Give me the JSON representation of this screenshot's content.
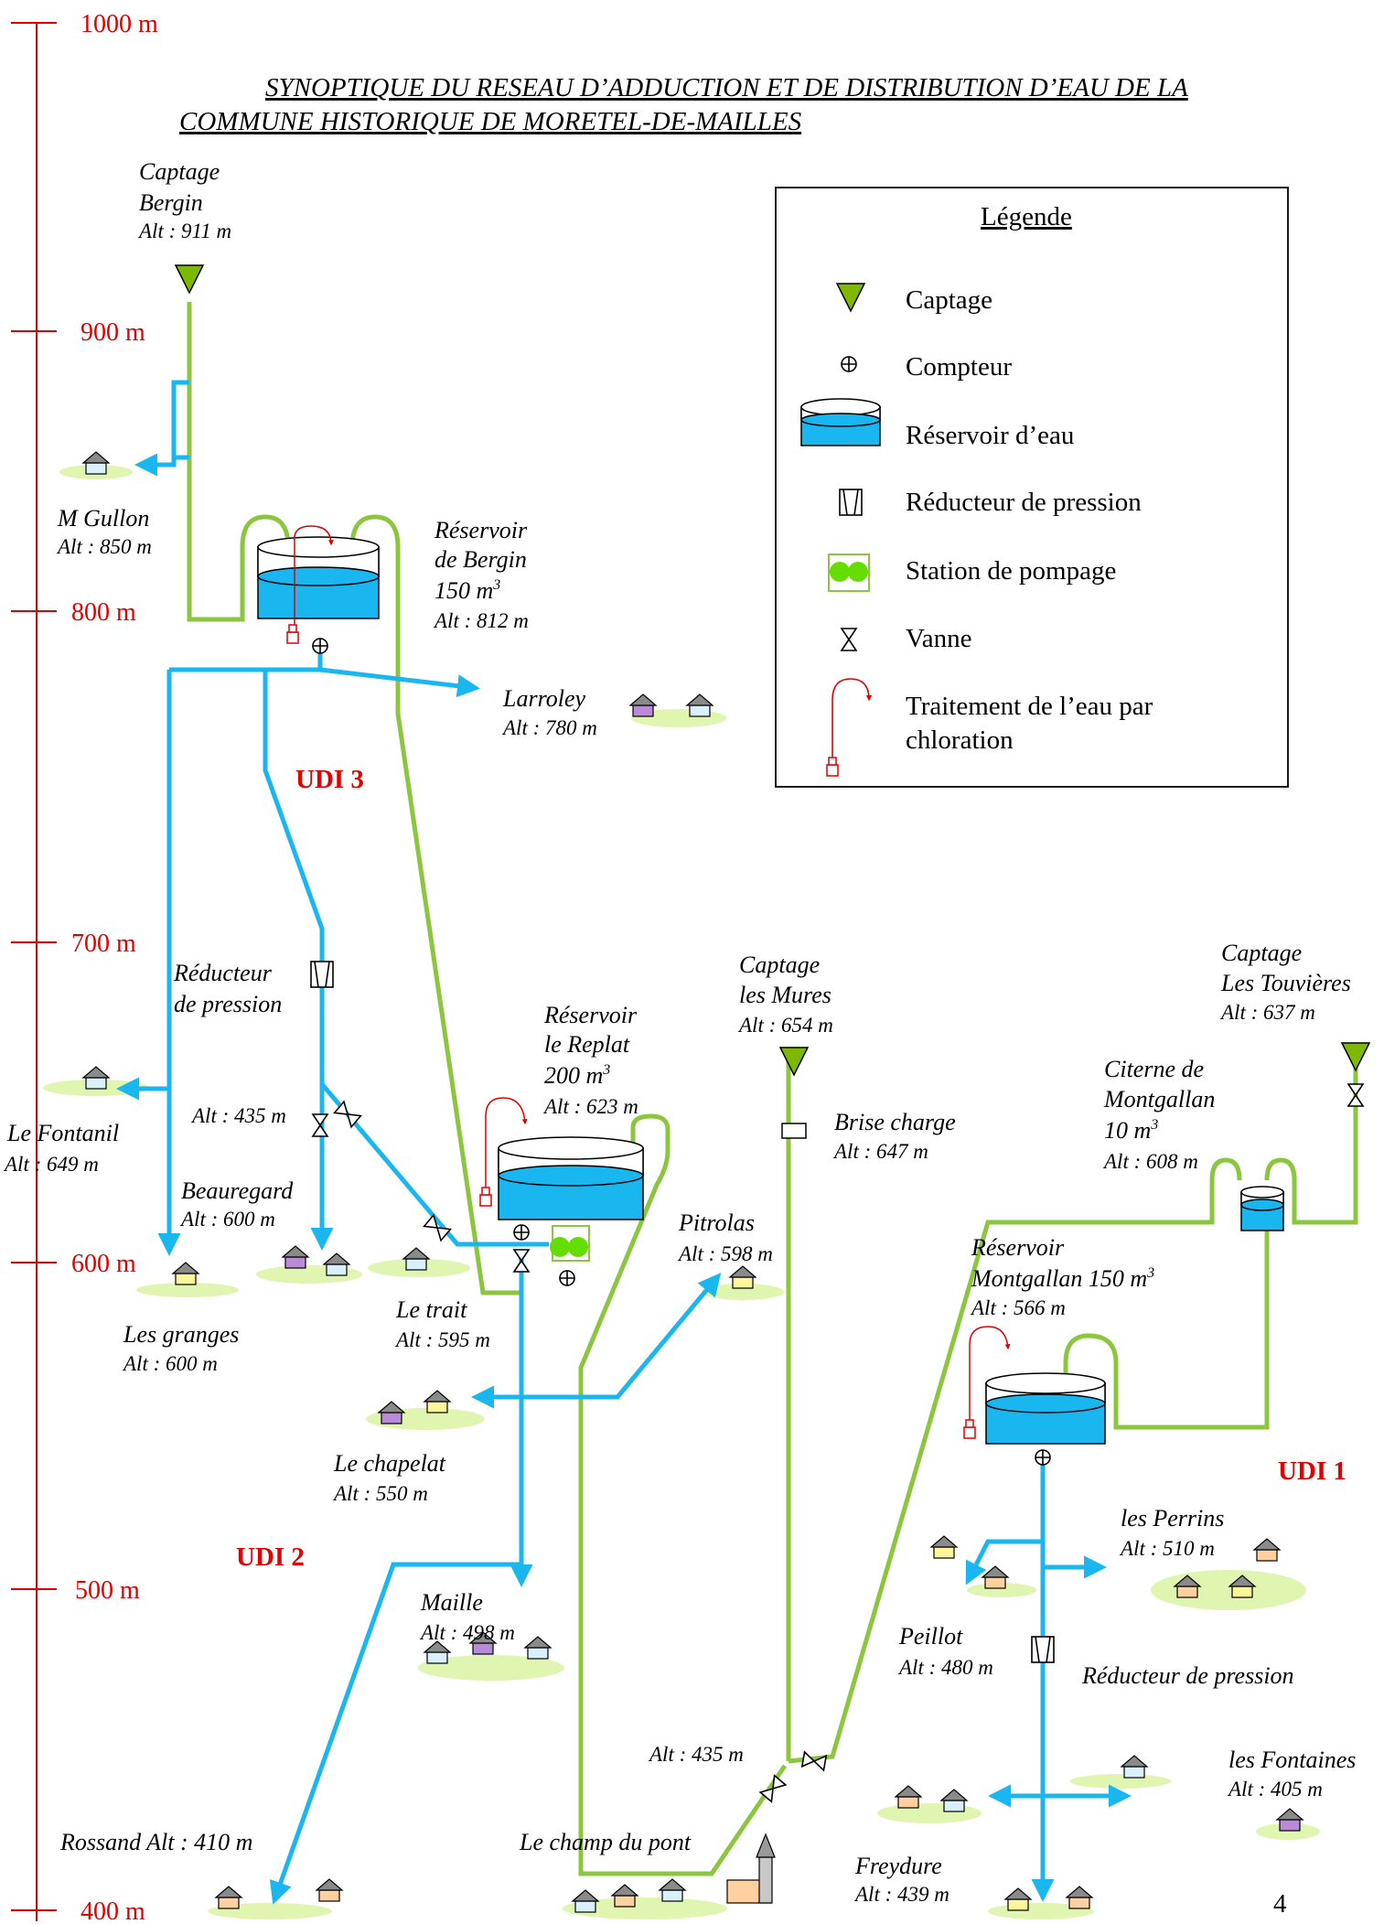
{
  "title": {
    "line1": "SYNOPTIQUE DU RESEAU D’ADDUCTION ET DE DISTRIBUTION D’EAU DE LA",
    "line2": "COMMUNE HISTORIQUE DE MORETEL-DE-MAILLES"
  },
  "scale": [
    "1000 m",
    "900 m",
    "800 m",
    "700 m",
    "600 m",
    "500 m",
    "400 m"
  ],
  "udi": {
    "udi1": "UDI 1",
    "udi2": "UDI 2",
    "udi3": "UDI 3"
  },
  "legend": {
    "title": "Légende",
    "captage": "Captage",
    "compteur": "Compteur",
    "reservoir": "Réservoir d’eau",
    "reducteur": "Réducteur de pression",
    "pompage": "Station de pompage",
    "vanne": "Vanne",
    "traitement_1": "Traitement de l’eau  par",
    "traitement_2": "chloration"
  },
  "labels": {
    "captage_bergin": {
      "l1": "Captage",
      "l2": "Bergin",
      "l3": "Alt : 911 m"
    },
    "m_gullon": {
      "l1": "M Gullon",
      "l2": "Alt : 850 m"
    },
    "reservoir_bergin": {
      "l1": "Réservoir",
      "l2": "de Bergin",
      "l3": "150 m",
      "sup": "3",
      "l4": "Alt : 812 m"
    },
    "larroley": {
      "l1": "Larroley",
      "l2": "Alt : 780 m"
    },
    "reducteur_udi3": {
      "l1": "Réducteur",
      "l2": "de pression"
    },
    "le_fontanil": {
      "l1": "Le Fontanil",
      "l2": "Alt : 649 m"
    },
    "alt_435_left": "Alt : 435 m",
    "beauregard": {
      "l1": "Beauregard",
      "l2": "Alt : 600 m"
    },
    "les_granges": {
      "l1": "Les granges",
      "l2": "Alt : 600 m"
    },
    "reservoir_replat": {
      "l1": "Réservoir",
      "l2": "le Replat",
      "l3": "200 m",
      "sup": "3",
      "l4": "Alt : 623 m"
    },
    "le_trait": {
      "l1": "Le trait",
      "l2": "Alt : 595 m"
    },
    "captage_mures": {
      "l1": "Captage",
      "l2": "les Mures",
      "l3": "Alt : 654 m"
    },
    "brise_charge": {
      "l1": "Brise charge",
      "l2": "Alt : 647 m"
    },
    "pitrolas": {
      "l1": "Pitrolas",
      "l2": "Alt : 598 m"
    },
    "le_chapelat": {
      "l1": "Le chapelat",
      "l2": "Alt : 550 m"
    },
    "maille": {
      "l1": "Maille",
      "l2": "Alt : 498 m"
    },
    "rossand": "Rossand  Alt : 410 m",
    "champ_du_pont": "Le champ du pont",
    "alt_435_mid": "Alt : 435 m",
    "captage_touvieres": {
      "l1": "Captage",
      "l2": "Les Touvières",
      "l3": "Alt : 637 m"
    },
    "citerne": {
      "l1": "Citerne de",
      "l2": "Montgallan",
      "l3": "10 m",
      "sup": "3",
      "l4": "Alt : 608 m"
    },
    "reservoir_montgallan": {
      "l1": "Réservoir",
      "l2": "Montgallan 150 m",
      "sup": "3",
      "l3": "Alt : 566 m"
    },
    "les_perrins": {
      "l1": "les Perrins",
      "l2": "Alt : 510 m"
    },
    "peillot": {
      "l1": "Peillot",
      "l2": "Alt : 480 m"
    },
    "reducteur_udi1": "Réducteur de pression",
    "les_fontaines": {
      "l1": "les Fontaines",
      "l2": "Alt : 405 m"
    },
    "freydure": {
      "l1": "Freydure",
      "l2": "Alt : 439 m"
    }
  },
  "page_number": "4",
  "colors": {
    "distribution_pipe": "#19b6f0",
    "adduction_pipe": "#8cc63f",
    "scale": "#e00000",
    "udi": "#e00000",
    "water": "#19b6f0",
    "village_ground": "#e0f5b0"
  },
  "icons": [
    "captage-triangle-icon",
    "compteur-icon",
    "reservoir-icon",
    "reducteur-icon",
    "pompage-icon",
    "vanne-icon",
    "chloration-icon",
    "house-icon",
    "church-icon"
  ]
}
